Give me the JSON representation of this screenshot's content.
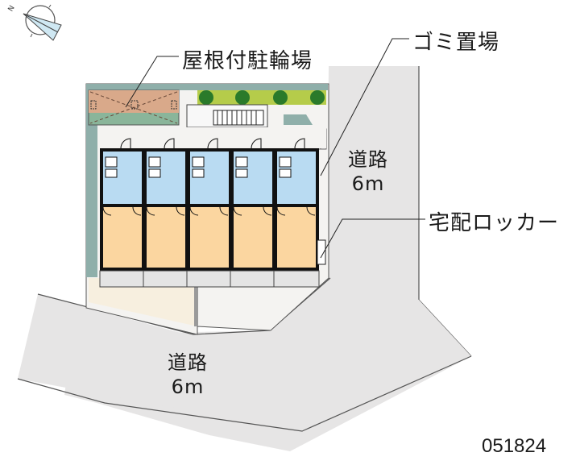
{
  "compass": {
    "icon": "compass-north-icon",
    "north_label": "N"
  },
  "callouts": {
    "covered_bicycle_parking": "屋根付駐輪場",
    "garbage_area": "ゴミ置場",
    "delivery_locker": "宅配ロッカー"
  },
  "roads": [
    {
      "name": "道路",
      "width": "6m",
      "position": "east"
    },
    {
      "name": "道路",
      "width": "6m",
      "position": "south"
    }
  ],
  "building": {
    "unit_count": 5
  },
  "property_code": "051824",
  "colors": {
    "road": "#e6e5e5",
    "road_edge": "#555555",
    "site_ground": "#f4f3f1",
    "site_ground_warm": "#f7efdf",
    "teal_border": "#8fafaa",
    "bike_roof": "#d9a98a",
    "bike_ground": "#8ab59a",
    "unit_room": "#fbd6a0",
    "unit_wet": "#b9dbf2",
    "wall": "#111111",
    "tree_dark": "#2a7a2a",
    "hedge": "#b5cc4a"
  }
}
